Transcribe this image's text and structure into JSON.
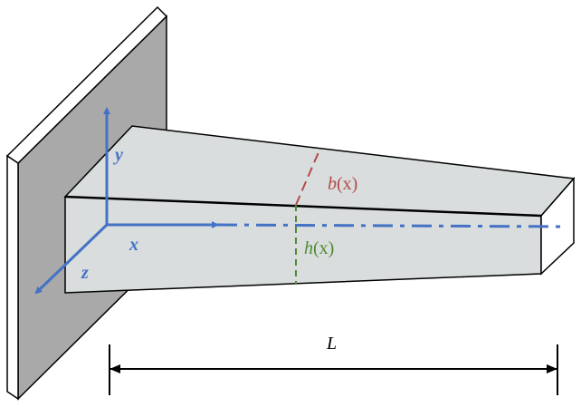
{
  "diagram": {
    "axes": {
      "y_label": "y",
      "x_label": "x",
      "z_label": "z"
    },
    "width_label": {
      "func": "b",
      "arg": "(x)"
    },
    "height_label": {
      "func": "h",
      "arg": "(x)"
    },
    "length_label": "L",
    "colors": {
      "wall_face": "#a9a9a9",
      "beam_face": "#d9dddd",
      "axis": "#4472c4",
      "width_marker": "#b54a4a",
      "height_marker": "#4e8a2e",
      "outline": "#000000"
    }
  }
}
